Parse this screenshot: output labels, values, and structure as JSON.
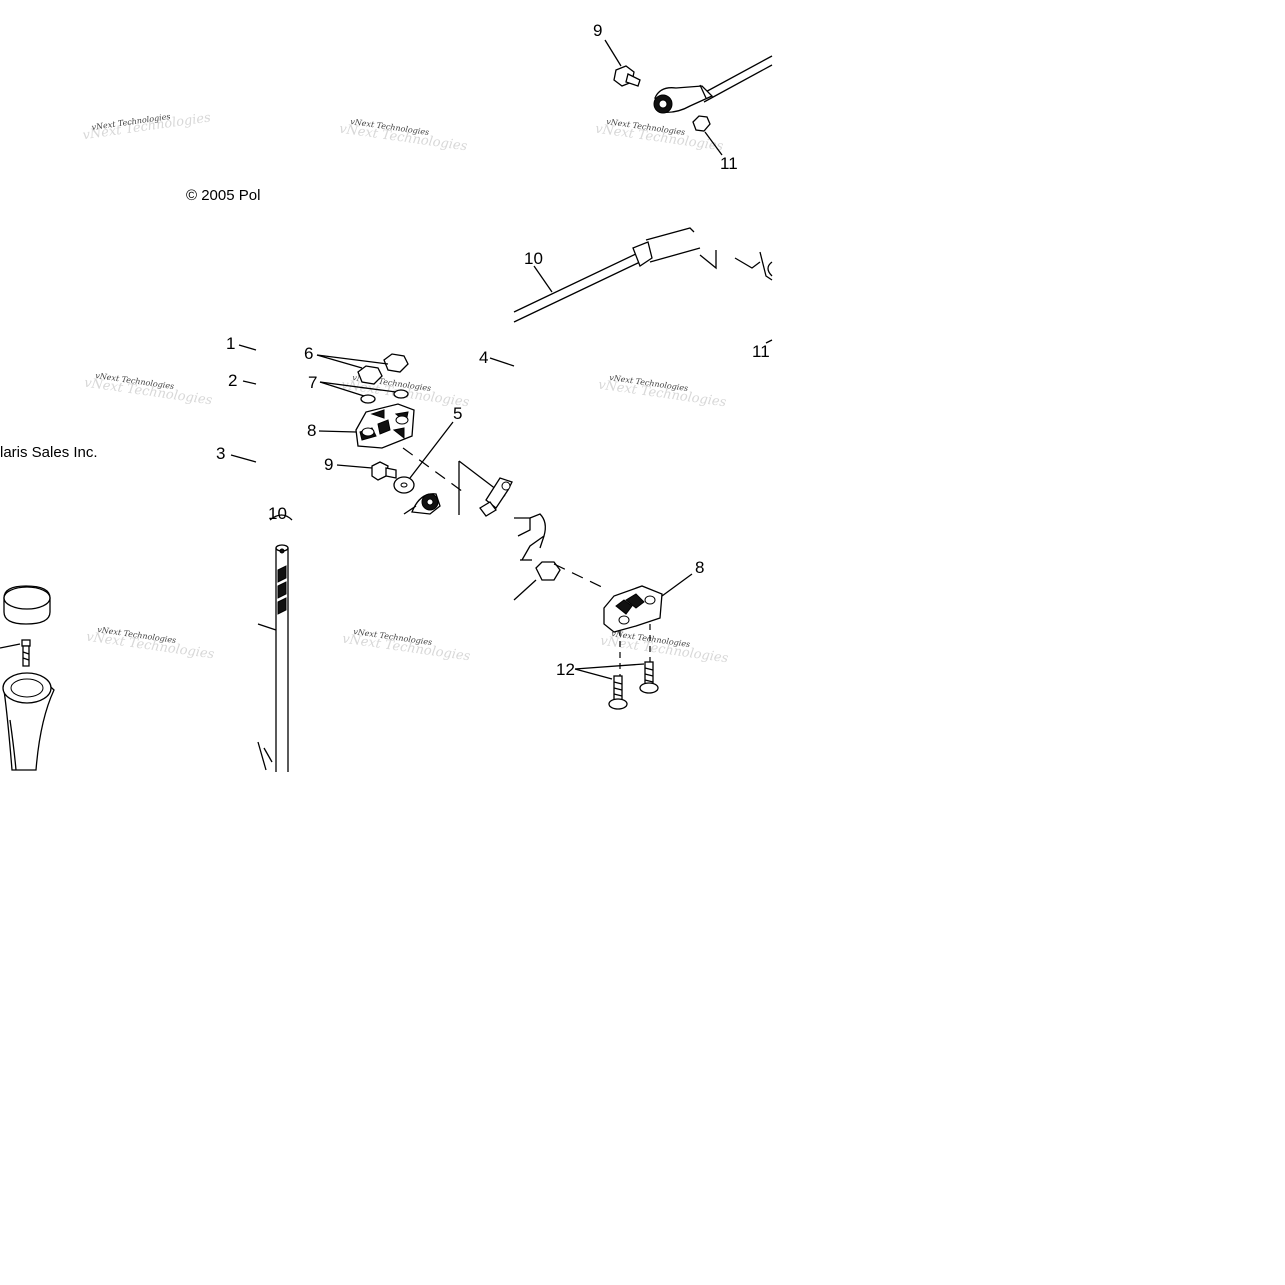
{
  "copyright": {
    "part1": "© 2005 Pol",
    "part2": "laris Sales Inc."
  },
  "watermark": "vNext Technologies",
  "callouts": {
    "c9_top": "9",
    "c11_top": "11",
    "c10_right": "10",
    "c1": "1",
    "c2": "2",
    "c3": "3",
    "c4": "4",
    "c5": "5",
    "c6": "6",
    "c7": "7",
    "c8_left": "8",
    "c9_mid": "9",
    "c11_right": "11",
    "c10_left": "10",
    "c8_right": "8",
    "c12": "12"
  },
  "colors": {
    "ink": "#000000",
    "background": "#ffffff",
    "watermark_faint": "#d8d8d8"
  }
}
